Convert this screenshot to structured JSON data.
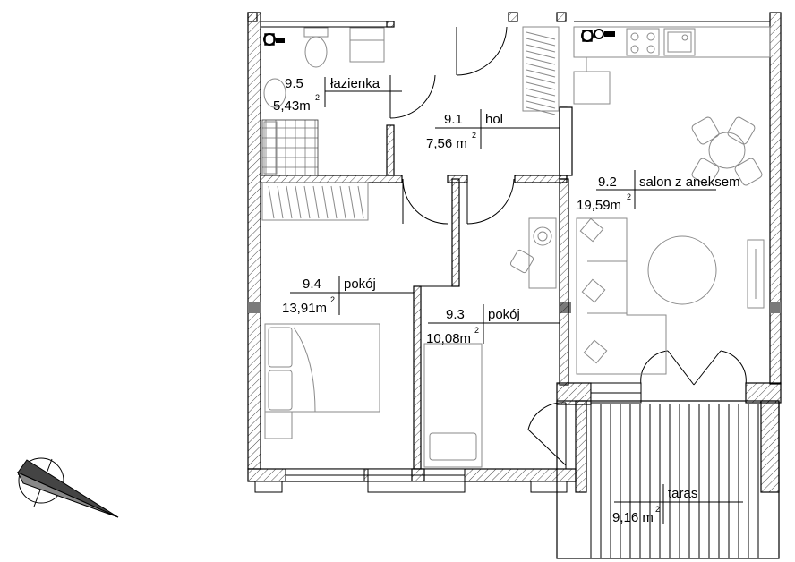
{
  "rooms": [
    {
      "number": "9.1",
      "name": "hol",
      "area": "7,56 m",
      "unit_exp": "2"
    },
    {
      "number": "9.2",
      "name": "salon z aneksem",
      "area": "19,59m",
      "unit_exp": "2"
    },
    {
      "number": "9.3",
      "name": "pokój",
      "area": "10,08m",
      "unit_exp": "2"
    },
    {
      "number": "9.4",
      "name": "pokój",
      "area": "13,91m",
      "unit_exp": "2"
    },
    {
      "number": "9.5",
      "name": "łazienka",
      "area": "5,43m",
      "unit_exp": "2"
    },
    {
      "number": "",
      "name": "taras",
      "area": "9,16 m",
      "unit_exp": "2"
    }
  ]
}
